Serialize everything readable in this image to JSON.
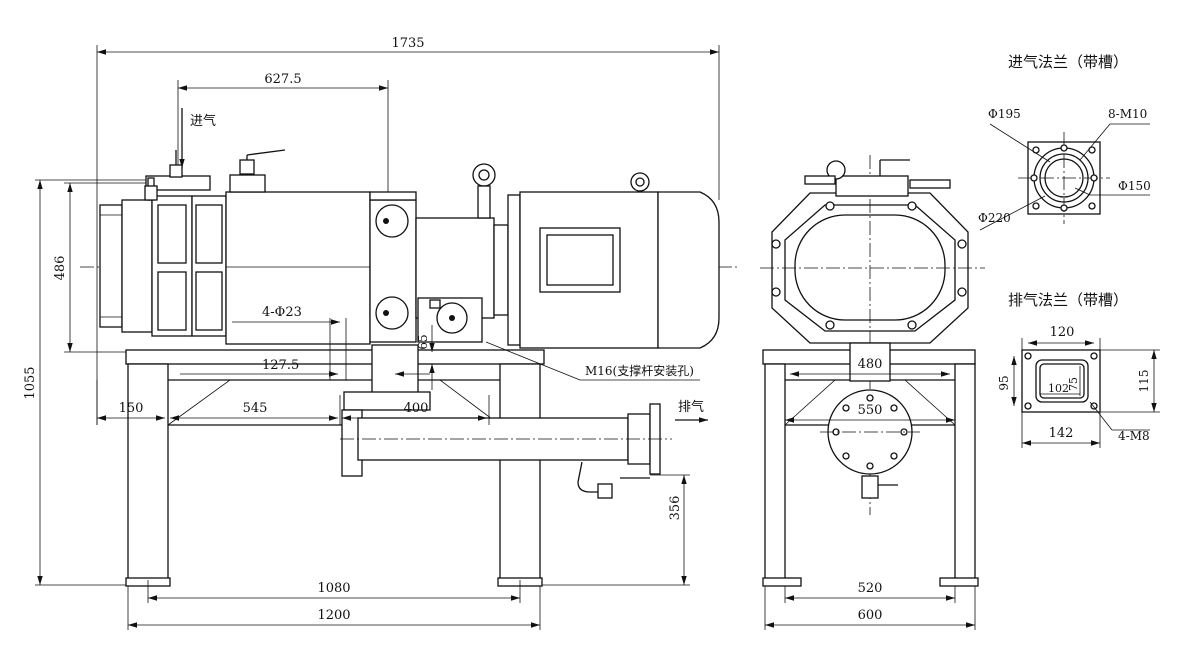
{
  "front_view": {
    "dims": {
      "overall_length": "1735",
      "inlet_offset": "627.5",
      "flange_height": "486",
      "overall_height": "1055",
      "holes": "4-Φ23",
      "offset_127": "127.5",
      "h65": "65",
      "d150": "150",
      "d545": "545",
      "d400": "400",
      "h356": "356",
      "d1080": "1080",
      "d1200": "1200"
    },
    "labels": {
      "inlet": "进气",
      "exhaust": "排气",
      "support_note": "M16(支撑杆安装孔)"
    }
  },
  "side_view": {
    "dims": {
      "d480": "480",
      "d550": "550",
      "d520": "520",
      "d600": "600"
    }
  },
  "inlet_flange": {
    "title": "进气法兰（带槽）",
    "dims": {
      "outer": "Φ195",
      "bolts": "8-M10",
      "pcd": "Φ220",
      "bore": "Φ150"
    }
  },
  "exhaust_flange": {
    "title": "排气法兰（带槽）",
    "dims": {
      "w120": "120",
      "h95": "95",
      "inner_w": "102",
      "inner_h": "75",
      "h115": "115",
      "w142": "142",
      "bolts": "4-M8"
    }
  },
  "arrow_icon": "arrow-head-icon"
}
